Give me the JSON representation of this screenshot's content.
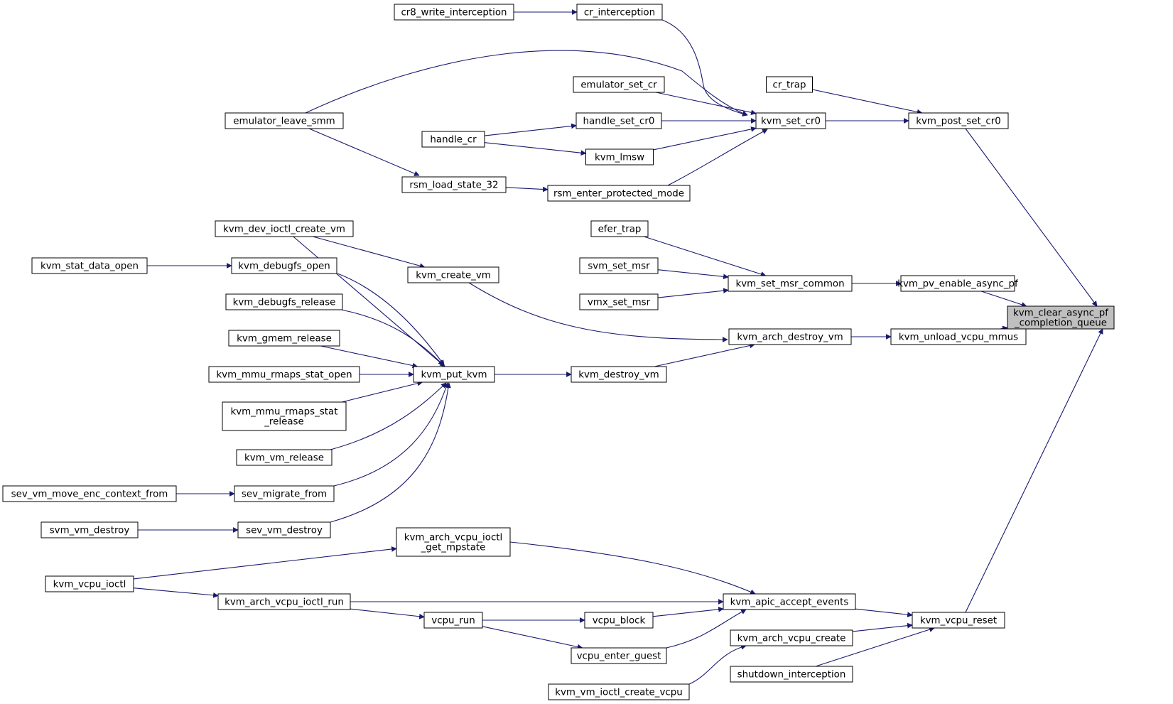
{
  "colors": {
    "edge": "#191970",
    "root_fill": "#bfbfbf",
    "node_fill": "#ffffff",
    "node_border": "#000000"
  },
  "nodes": {
    "kvm_clear_async_pf_completion_queue": [
      "kvm_clear_async_pf",
      "_completion_queue"
    ],
    "kvm_post_set_cr0": [
      "kvm_post_set_cr0"
    ],
    "kvm_pv_enable_async_pf": [
      "kvm_pv_enable_async_pf"
    ],
    "kvm_unload_vcpu_mmus": [
      "kvm_unload_vcpu_mmus"
    ],
    "kvm_vcpu_reset": [
      "kvm_vcpu_reset"
    ],
    "cr_trap": [
      "cr_trap"
    ],
    "kvm_set_cr0": [
      "kvm_set_cr0"
    ],
    "kvm_set_msr_common": [
      "kvm_set_msr_common"
    ],
    "kvm_arch_destroy_vm": [
      "kvm_arch_destroy_vm"
    ],
    "kvm_apic_accept_events": [
      "kvm_apic_accept_events"
    ],
    "kvm_arch_vcpu_create": [
      "kvm_arch_vcpu_create"
    ],
    "shutdown_interception": [
      "shutdown_interception"
    ],
    "cr_interception": [
      "cr_interception"
    ],
    "cr8_write_interception": [
      "cr8_write_interception"
    ],
    "emulator_set_cr": [
      "emulator_set_cr"
    ],
    "handle_set_cr0": [
      "handle_set_cr0"
    ],
    "kvm_lmsw": [
      "kvm_lmsw"
    ],
    "handle_cr": [
      "handle_cr"
    ],
    "rsm_enter_protected_mode": [
      "rsm_enter_protected_mode"
    ],
    "rsm_load_state_32": [
      "rsm_load_state_32"
    ],
    "emulator_leave_smm": [
      "emulator_leave_smm"
    ],
    "efer_trap": [
      "efer_trap"
    ],
    "svm_set_msr": [
      "svm_set_msr"
    ],
    "vmx_set_msr": [
      "vmx_set_msr"
    ],
    "kvm_create_vm": [
      "kvm_create_vm"
    ],
    "kvm_destroy_vm": [
      "kvm_destroy_vm"
    ],
    "kvm_put_kvm": [
      "kvm_put_kvm"
    ],
    "kvm_dev_ioctl_create_vm": [
      "kvm_dev_ioctl_create_vm"
    ],
    "kvm_debugfs_open": [
      "kvm_debugfs_open"
    ],
    "kvm_stat_data_open": [
      "kvm_stat_data_open"
    ],
    "kvm_debugfs_release": [
      "kvm_debugfs_release"
    ],
    "kvm_gmem_release": [
      "kvm_gmem_release"
    ],
    "kvm_mmu_rmaps_stat_open": [
      "kvm_mmu_rmaps_stat_open"
    ],
    "kvm_mmu_rmaps_stat_release": [
      "kvm_mmu_rmaps_stat",
      "_release"
    ],
    "kvm_vm_release": [
      "kvm_vm_release"
    ],
    "sev_migrate_from": [
      "sev_migrate_from"
    ],
    "sev_vm_move_enc_context_from": [
      "sev_vm_move_enc_context_from"
    ],
    "sev_vm_destroy": [
      "sev_vm_destroy"
    ],
    "svm_vm_destroy": [
      "svm_vm_destroy"
    ],
    "kvm_arch_vcpu_ioctl_get_mpstate": [
      "kvm_arch_vcpu_ioctl",
      "_get_mpstate"
    ],
    "kvm_vcpu_ioctl": [
      "kvm_vcpu_ioctl"
    ],
    "kvm_arch_vcpu_ioctl_run": [
      "kvm_arch_vcpu_ioctl_run"
    ],
    "vcpu_run": [
      "vcpu_run"
    ],
    "vcpu_block": [
      "vcpu_block"
    ],
    "vcpu_enter_guest": [
      "vcpu_enter_guest"
    ],
    "kvm_vm_ioctl_create_vcpu": [
      "kvm_vm_ioctl_create_vcpu"
    ]
  },
  "root": "kvm_clear_async_pf_completion_queue",
  "edges": [
    [
      "kvm_post_set_cr0",
      "kvm_clear_async_pf_completion_queue"
    ],
    [
      "kvm_pv_enable_async_pf",
      "kvm_clear_async_pf_completion_queue"
    ],
    [
      "kvm_unload_vcpu_mmus",
      "kvm_clear_async_pf_completion_queue"
    ],
    [
      "kvm_vcpu_reset",
      "kvm_clear_async_pf_completion_queue"
    ],
    [
      "cr_trap",
      "kvm_post_set_cr0"
    ],
    [
      "kvm_set_cr0",
      "kvm_post_set_cr0"
    ],
    [
      "kvm_set_msr_common",
      "kvm_pv_enable_async_pf"
    ],
    [
      "kvm_arch_destroy_vm",
      "kvm_unload_vcpu_mmus"
    ],
    [
      "kvm_apic_accept_events",
      "kvm_vcpu_reset"
    ],
    [
      "kvm_arch_vcpu_create",
      "kvm_vcpu_reset"
    ],
    [
      "shutdown_interception",
      "kvm_vcpu_reset"
    ],
    [
      "cr_interception",
      "kvm_set_cr0"
    ],
    [
      "emulator_leave_smm",
      "kvm_set_cr0"
    ],
    [
      "emulator_set_cr",
      "kvm_set_cr0"
    ],
    [
      "handle_set_cr0",
      "kvm_set_cr0"
    ],
    [
      "kvm_lmsw",
      "kvm_set_cr0"
    ],
    [
      "rsm_enter_protected_mode",
      "kvm_set_cr0"
    ],
    [
      "cr8_write_interception",
      "cr_interception"
    ],
    [
      "handle_cr",
      "handle_set_cr0"
    ],
    [
      "handle_cr",
      "kvm_lmsw"
    ],
    [
      "rsm_load_state_32",
      "rsm_enter_protected_mode"
    ],
    [
      "emulator_leave_smm",
      "rsm_load_state_32"
    ],
    [
      "efer_trap",
      "kvm_set_msr_common"
    ],
    [
      "svm_set_msr",
      "kvm_set_msr_common"
    ],
    [
      "vmx_set_msr",
      "kvm_set_msr_common"
    ],
    [
      "kvm_create_vm",
      "kvm_arch_destroy_vm"
    ],
    [
      "kvm_destroy_vm",
      "kvm_arch_destroy_vm"
    ],
    [
      "kvm_put_kvm",
      "kvm_destroy_vm"
    ],
    [
      "kvm_dev_ioctl_create_vm",
      "kvm_create_vm"
    ],
    [
      "kvm_dev_ioctl_create_vm",
      "kvm_put_kvm"
    ],
    [
      "kvm_debugfs_open",
      "kvm_put_kvm"
    ],
    [
      "kvm_debugfs_release",
      "kvm_put_kvm"
    ],
    [
      "kvm_gmem_release",
      "kvm_put_kvm"
    ],
    [
      "kvm_mmu_rmaps_stat_open",
      "kvm_put_kvm"
    ],
    [
      "kvm_mmu_rmaps_stat_release",
      "kvm_put_kvm"
    ],
    [
      "kvm_vm_release",
      "kvm_put_kvm"
    ],
    [
      "sev_migrate_from",
      "kvm_put_kvm"
    ],
    [
      "sev_vm_destroy",
      "kvm_put_kvm"
    ],
    [
      "kvm_stat_data_open",
      "kvm_debugfs_open"
    ],
    [
      "sev_vm_move_enc_context_from",
      "sev_migrate_from"
    ],
    [
      "svm_vm_destroy",
      "sev_vm_destroy"
    ],
    [
      "kvm_arch_vcpu_ioctl_get_mpstate",
      "kvm_apic_accept_events"
    ],
    [
      "kvm_arch_vcpu_ioctl_run",
      "kvm_apic_accept_events"
    ],
    [
      "vcpu_block",
      "kvm_apic_accept_events"
    ],
    [
      "vcpu_enter_guest",
      "kvm_apic_accept_events"
    ],
    [
      "kvm_vcpu_ioctl",
      "kvm_arch_vcpu_ioctl_get_mpstate"
    ],
    [
      "kvm_vcpu_ioctl",
      "kvm_arch_vcpu_ioctl_run"
    ],
    [
      "kvm_arch_vcpu_ioctl_run",
      "vcpu_run"
    ],
    [
      "vcpu_run",
      "vcpu_block"
    ],
    [
      "vcpu_run",
      "vcpu_enter_guest"
    ],
    [
      "kvm_vm_ioctl_create_vcpu",
      "kvm_arch_vcpu_create"
    ]
  ]
}
